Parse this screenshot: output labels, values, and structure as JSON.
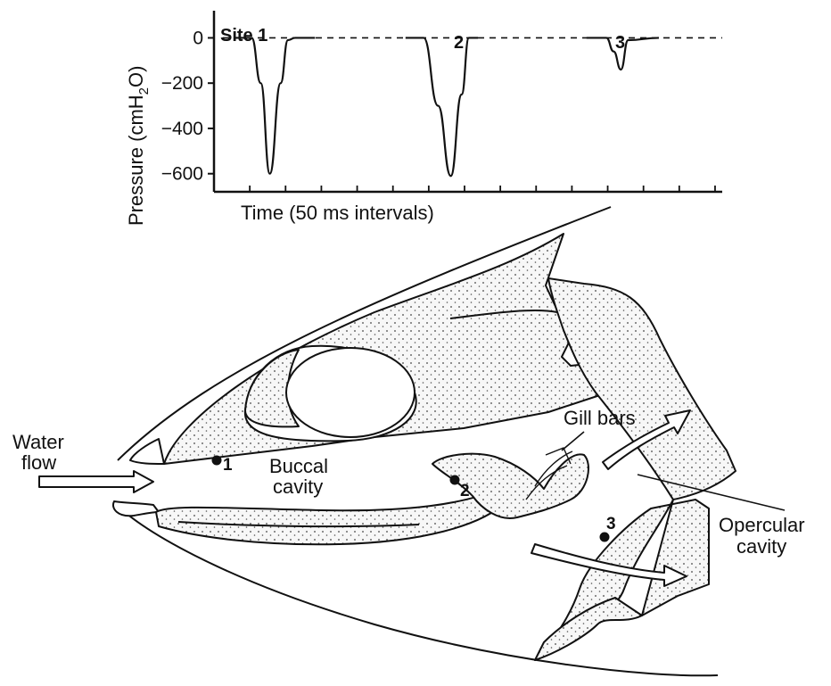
{
  "chart": {
    "ylabel": "Pressure (cmH",
    "ylabel_sub": "2",
    "ylabel_end": "O)",
    "xlabel": "Time (50 ms intervals)",
    "site_labels": [
      "Site 1",
      "2",
      "3"
    ]
  },
  "chart_data": {
    "type": "line",
    "xlabel": "Time (50 ms intervals)",
    "ylabel": "Pressure (cmH2O)",
    "ylim": [
      -680,
      120
    ],
    "yticks": [
      0,
      -200,
      -400,
      -600
    ],
    "ytick_labels": [
      "0",
      "−200",
      "−400",
      "−600"
    ],
    "xtick_count": 14,
    "baseline": 0,
    "series": [
      {
        "name": "Site 1",
        "x": [
          0,
          1.0,
          1.5,
          2.0,
          2.6,
          3.0,
          3.4,
          4.5
        ],
        "y": [
          0,
          0,
          -200,
          -600,
          -200,
          -10,
          0,
          0
        ]
      },
      {
        "name": "2",
        "x": [
          9.5,
          10.5,
          11.3,
          12.0,
          12.6,
          13.0,
          13.5
        ],
        "y": [
          0,
          0,
          -300,
          -610,
          -250,
          0,
          0
        ]
      },
      {
        "name": "3",
        "x": [
          19.5,
          20.6,
          21.0,
          21.4,
          21.8,
          23.5
        ],
        "y": [
          0,
          0,
          -60,
          -140,
          -10,
          0
        ]
      }
    ]
  },
  "diagram": {
    "water_flow": [
      "Water",
      "flow"
    ],
    "buccal_cavity": [
      "Buccal",
      "cavity"
    ],
    "gill_bars": "Gill bars",
    "opercular_cavity": [
      "Opercular",
      "cavity"
    ],
    "site_points": [
      "1",
      "2",
      "3"
    ]
  }
}
